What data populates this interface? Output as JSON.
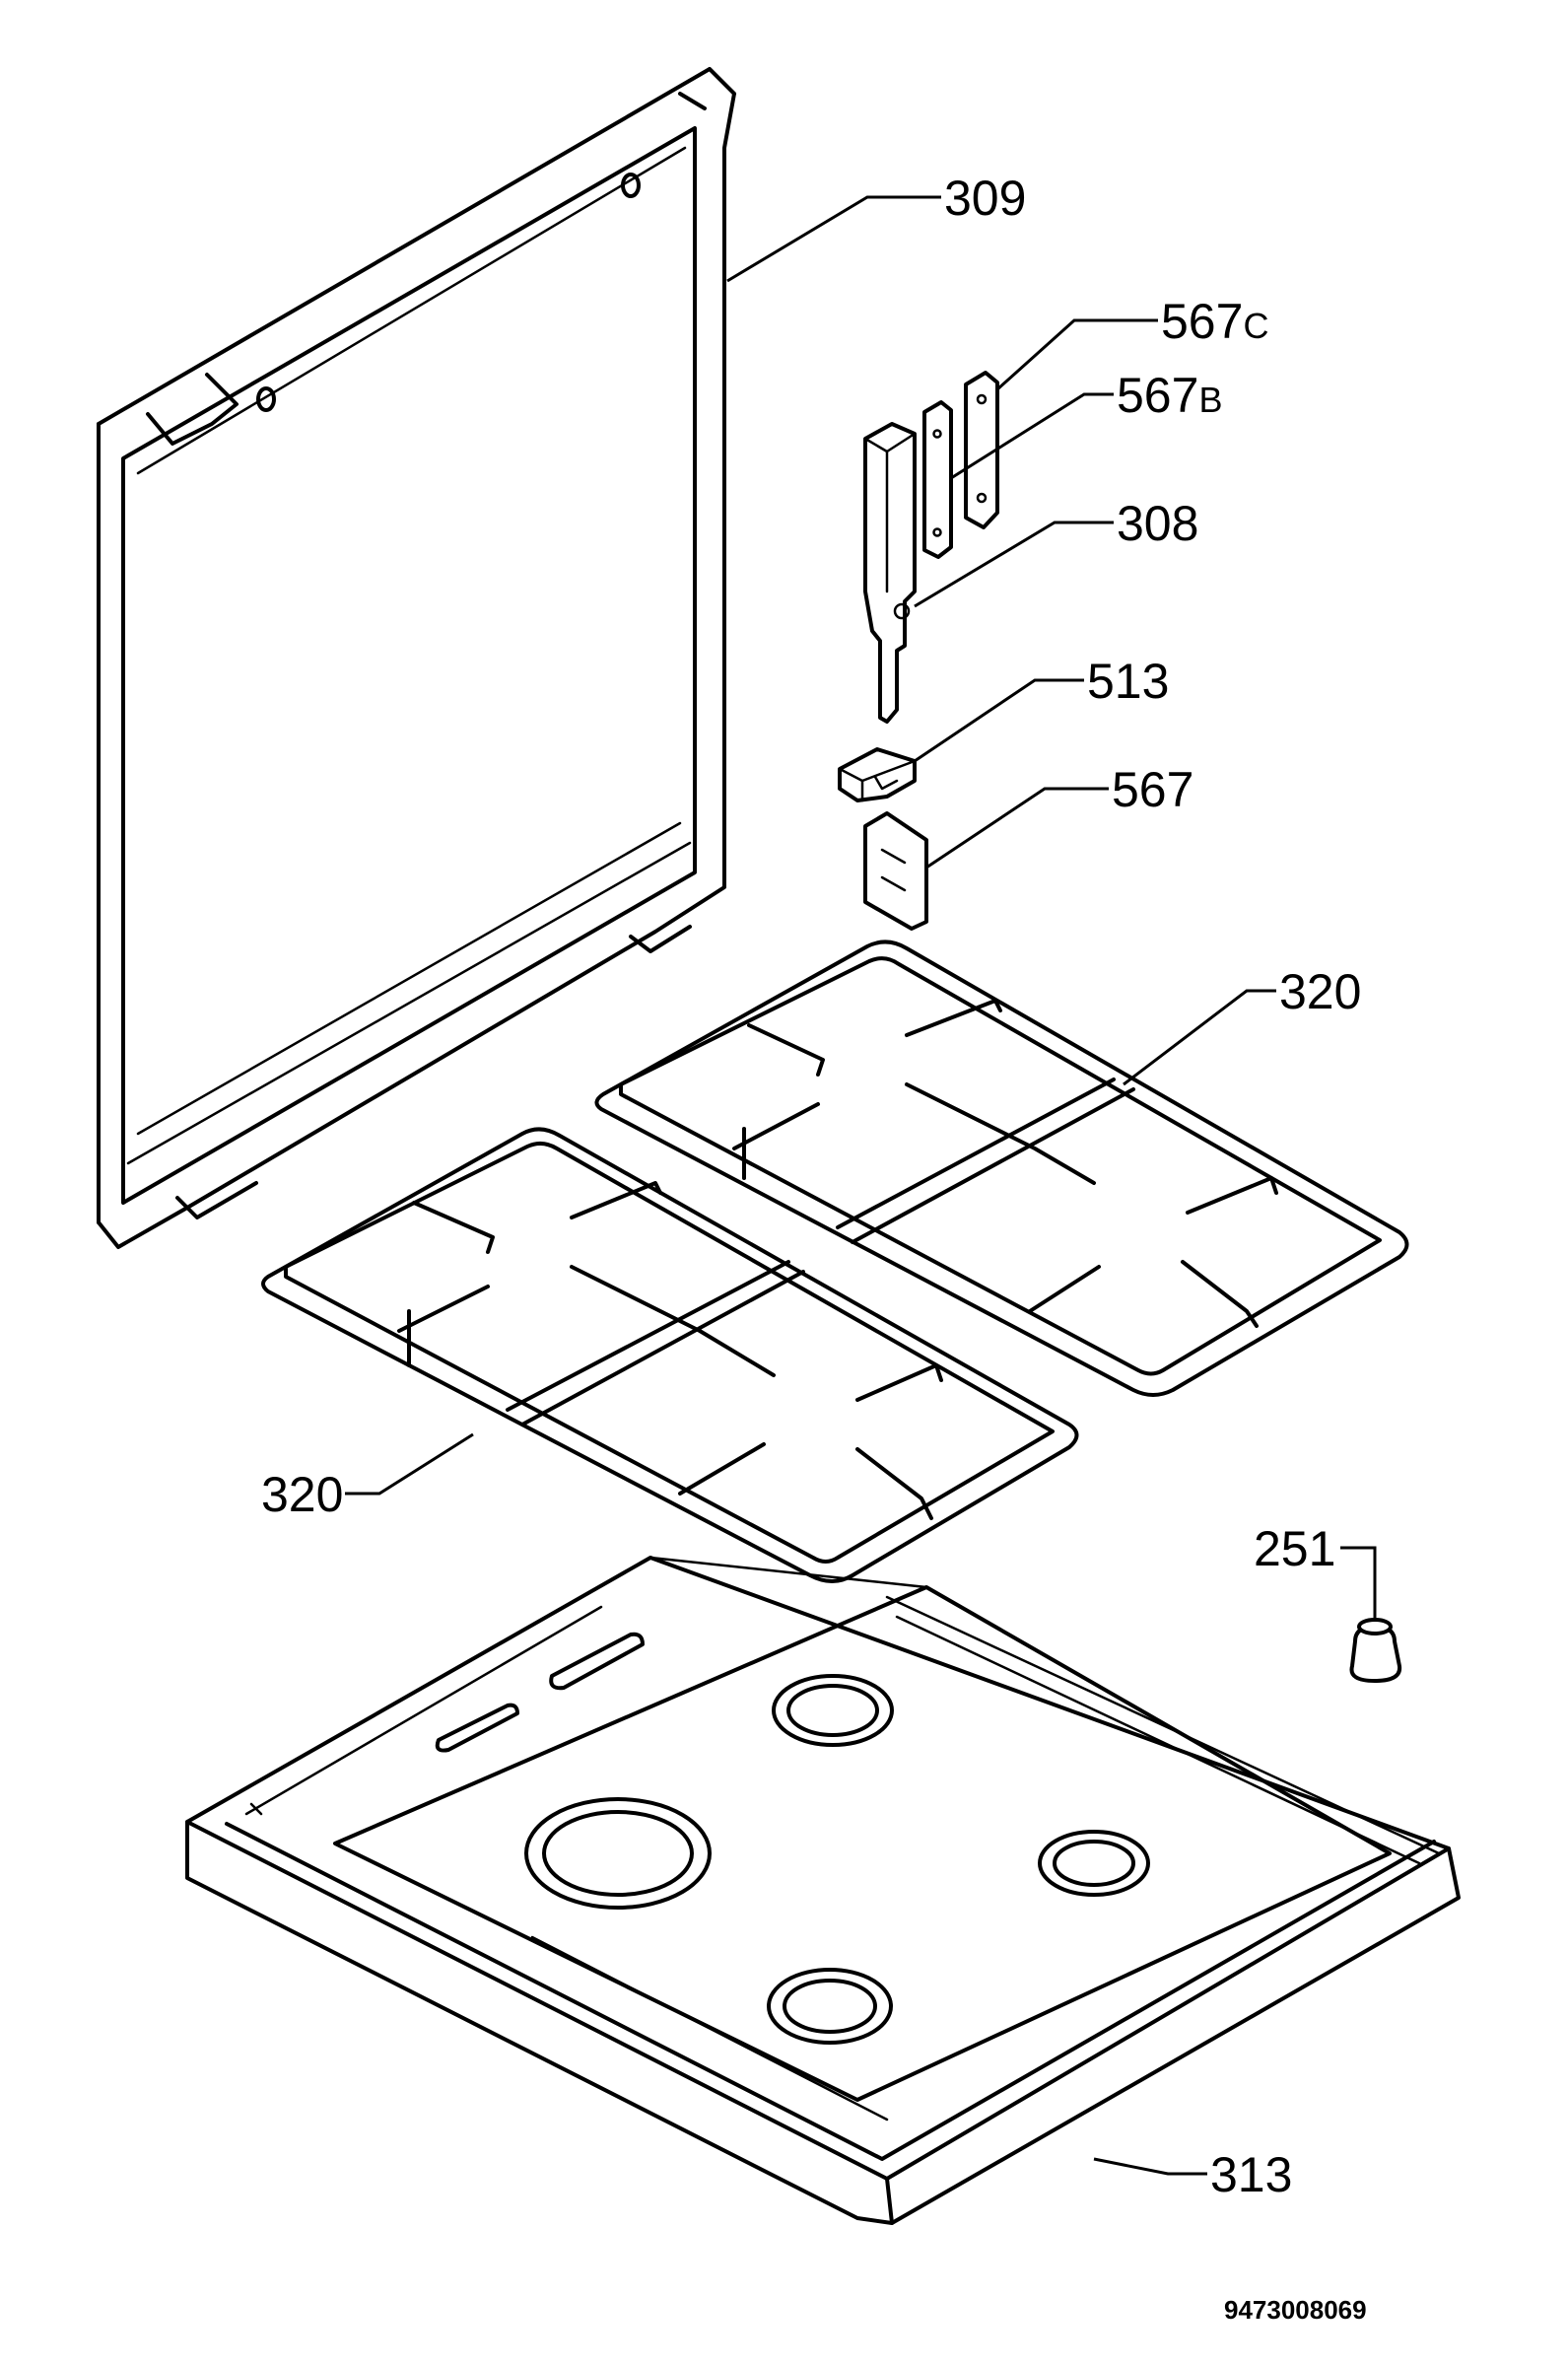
{
  "labels": {
    "lid": "309",
    "hinge_plate_c": "567",
    "hinge_plate_c_suffix": "C",
    "hinge_plate_b": "567",
    "hinge_plate_b_suffix": "B",
    "hinge": "308",
    "clip": "513",
    "hinge_bracket": "567",
    "grid_right": "320",
    "grid_left": "320",
    "knob": "251",
    "hob_top": "313"
  },
  "drawing_code": "9473008069"
}
